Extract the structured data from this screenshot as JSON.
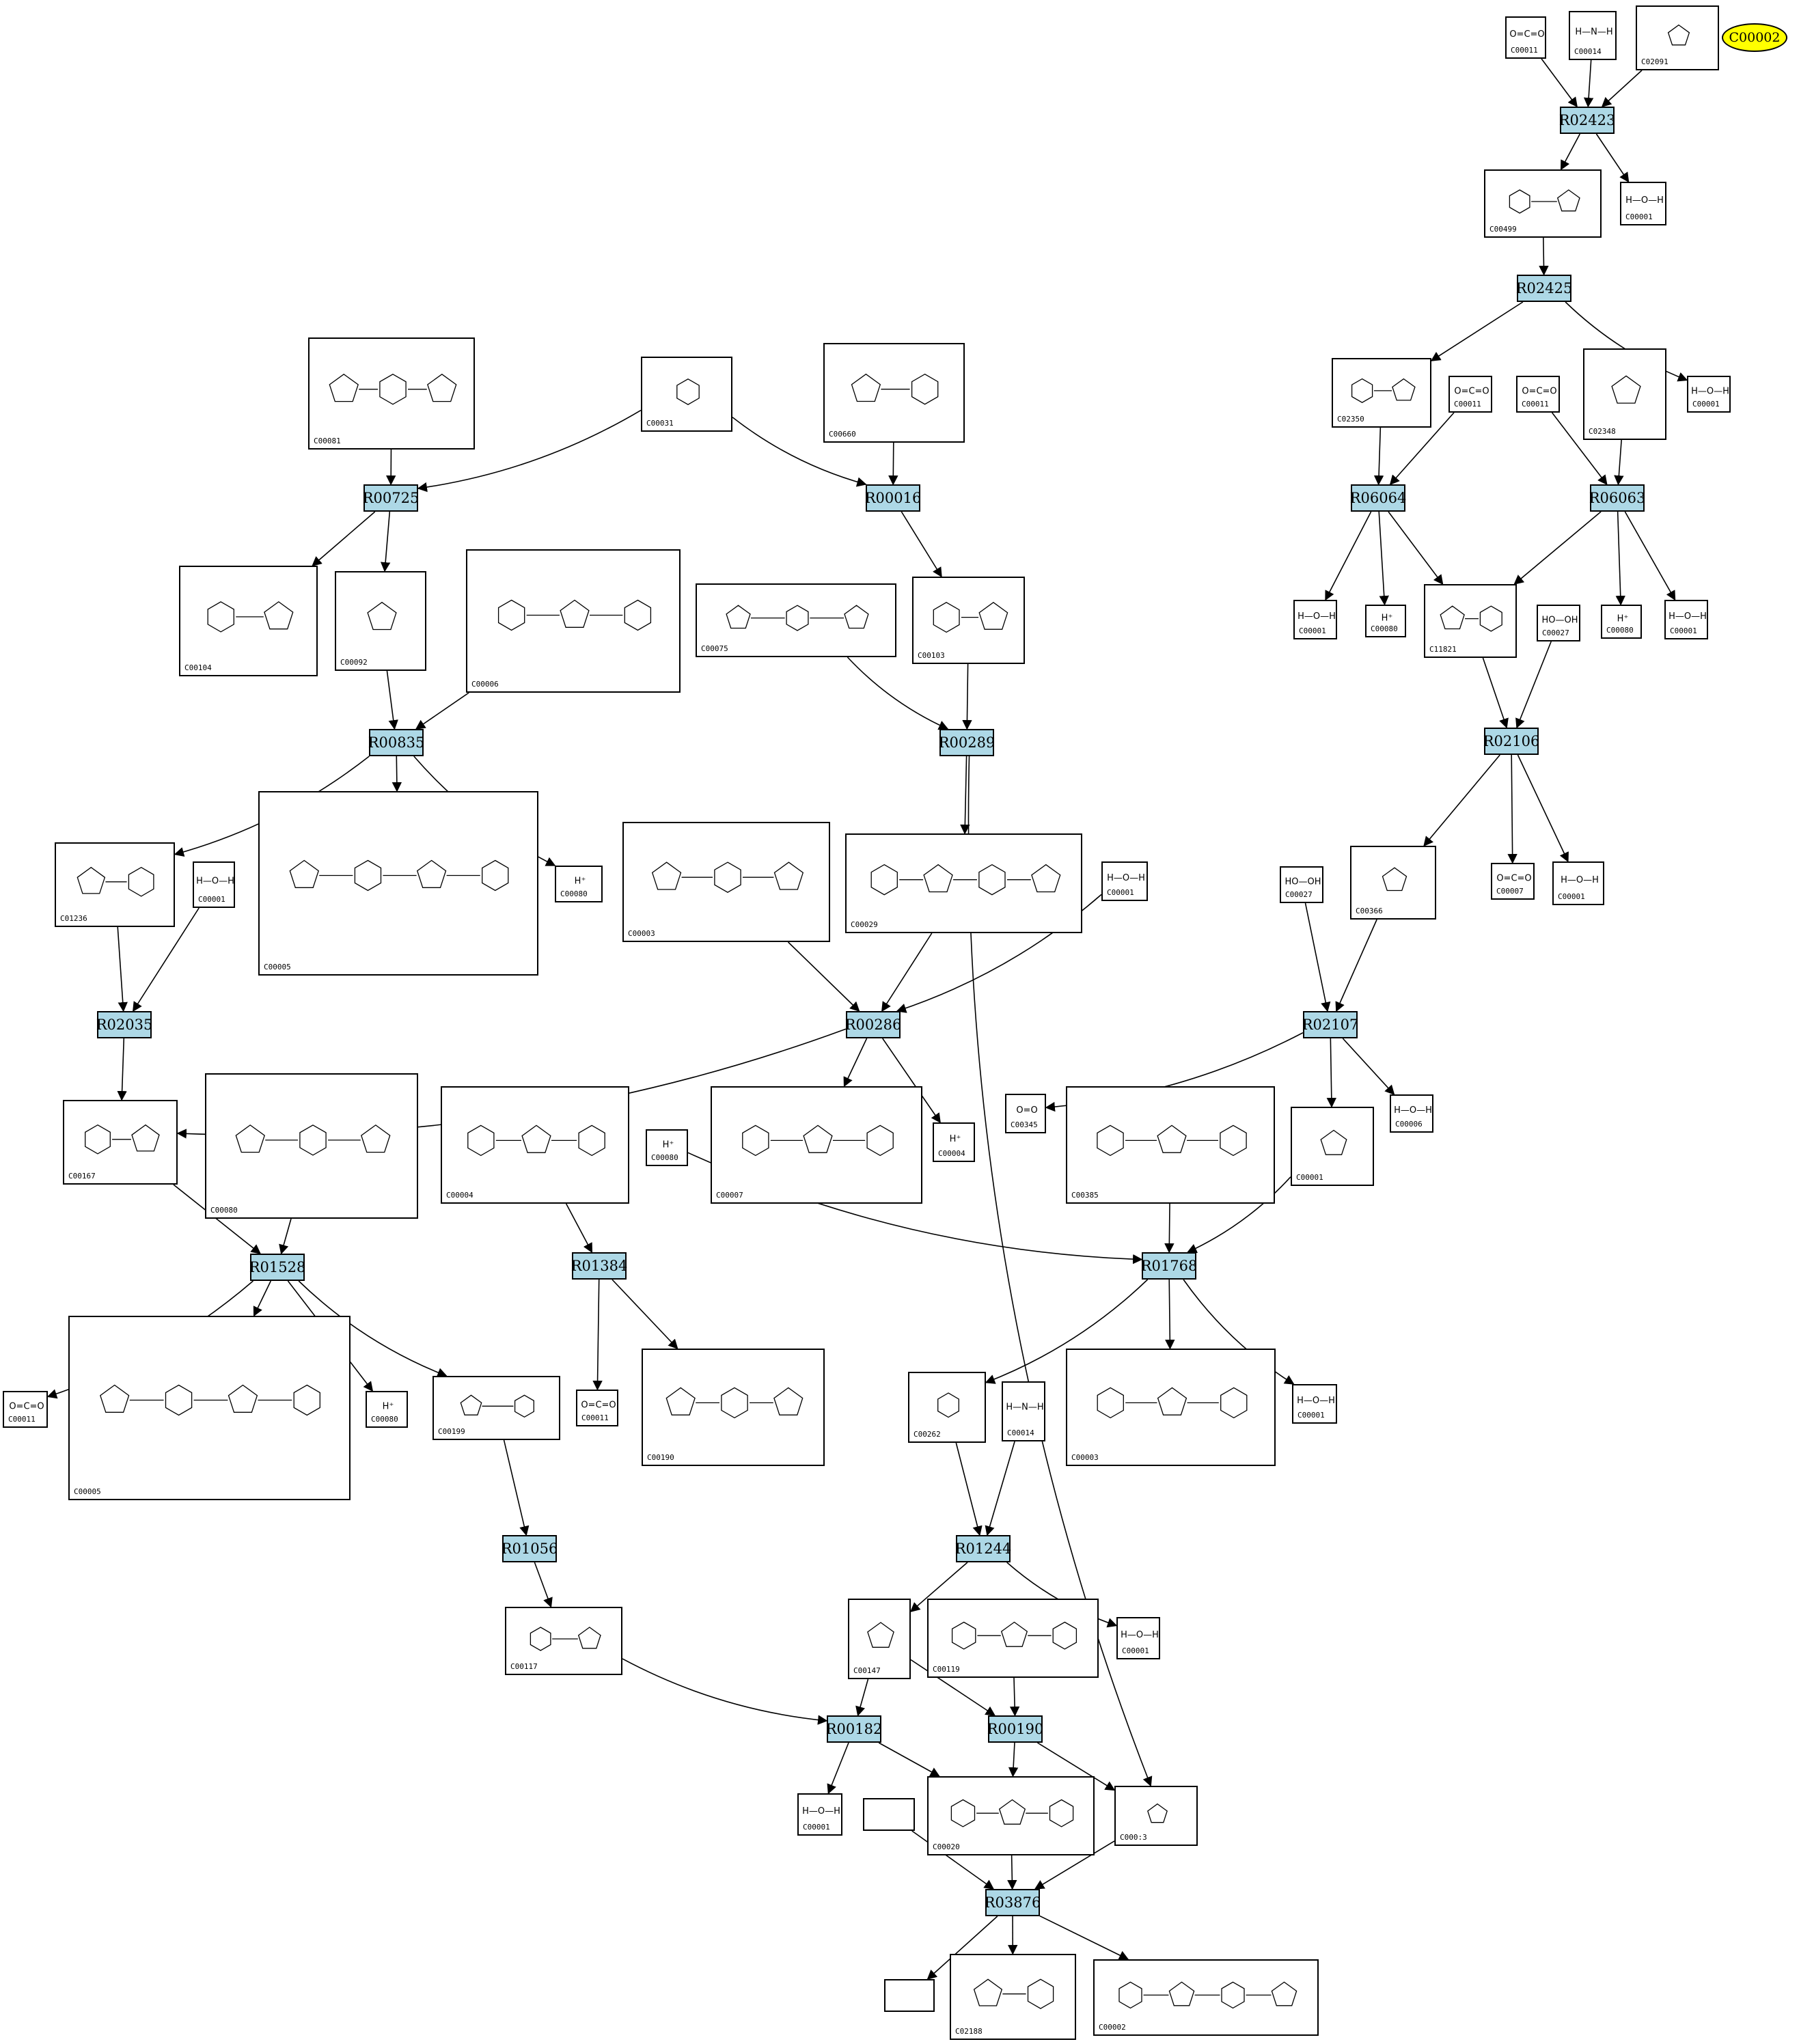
{
  "query_compound": "C00002",
  "reactions": [
    "R02423",
    "R02425",
    "R06064",
    "R06063",
    "R02106",
    "R02107",
    "R00725",
    "R00016",
    "R00835",
    "R00289",
    "R00286",
    "R02035",
    "R01528",
    "R01384",
    "R01768",
    "R01056",
    "R01244",
    "R00182",
    "R00190",
    "R03876"
  ],
  "compounds": [
    "C00011",
    "C00014",
    "C02091",
    "C00499",
    "C00001",
    "C02350",
    "C00011",
    "C00011",
    "C02348",
    "C00001",
    "C00001",
    "C00080",
    "C11821",
    "C00027",
    "C00080",
    "C00001",
    "C00081",
    "C00031",
    "C00660",
    "C00104",
    "C00092",
    "C00006",
    "C00075",
    "C00103",
    "C01236",
    "C00001",
    "C00005",
    "C00080",
    "C00003",
    "C00029",
    "C00001",
    "C00027",
    "C00366",
    "C00007",
    "C00001",
    "C00345",
    "C00006",
    "C00167",
    "C00080",
    "C00004",
    "C00080",
    "C00007",
    "C00004",
    "C00385",
    "C00001",
    "C00011",
    "C00005",
    "C00080",
    "C00199",
    "C00011",
    "C00190",
    "C00262",
    "C00014",
    "C00003",
    "C00001",
    "C00117",
    "C00147",
    "C00119",
    "C00001",
    "C00001",
    "",
    "C00020",
    "C000:3",
    "",
    "C02188",
    "C00002"
  ],
  "labels": {
    "h2o": "H—O—H",
    "proton": "H⁺",
    "co2": "O=C=O",
    "o2": "O=O",
    "h2o2": "HO—OH",
    "nh3": "H—N—H"
  }
}
